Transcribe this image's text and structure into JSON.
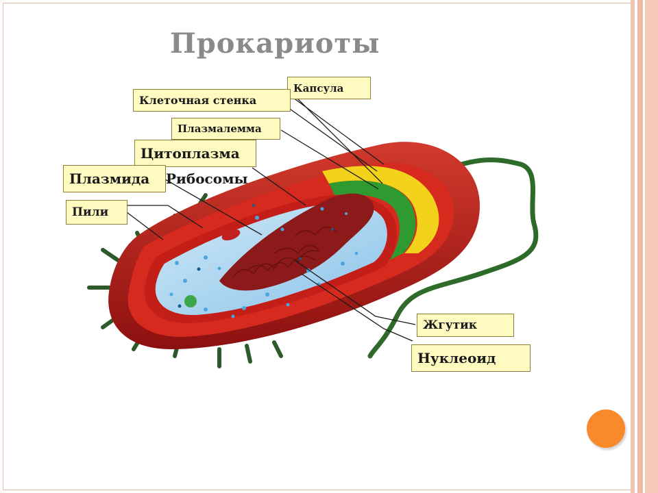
{
  "slide": {
    "title": "Прокариоты"
  },
  "labels": {
    "capsule": "Капсула",
    "cell_wall": "Клеточная стенка",
    "plasmalemma": "Плазмалемма",
    "cytoplasm": "Цитоплазма",
    "plasmid": "Плазмида",
    "ribosomes": "Рибосомы",
    "pili": "Пили",
    "flagellum": "Жгутик",
    "nucleoid": "Нуклеоид"
  },
  "colors": {
    "title": "#8a8a8a",
    "label_fill": "#fffac0",
    "capsule": "#b81c1c",
    "wall": "#d62a1f",
    "green_layer": "#2f9a2f",
    "yellow_layer": "#f2d21a",
    "cytoplasm": "#a8d4ef",
    "nucleoid": "#8c1a1a",
    "accent_dot": "#f88a2c"
  }
}
